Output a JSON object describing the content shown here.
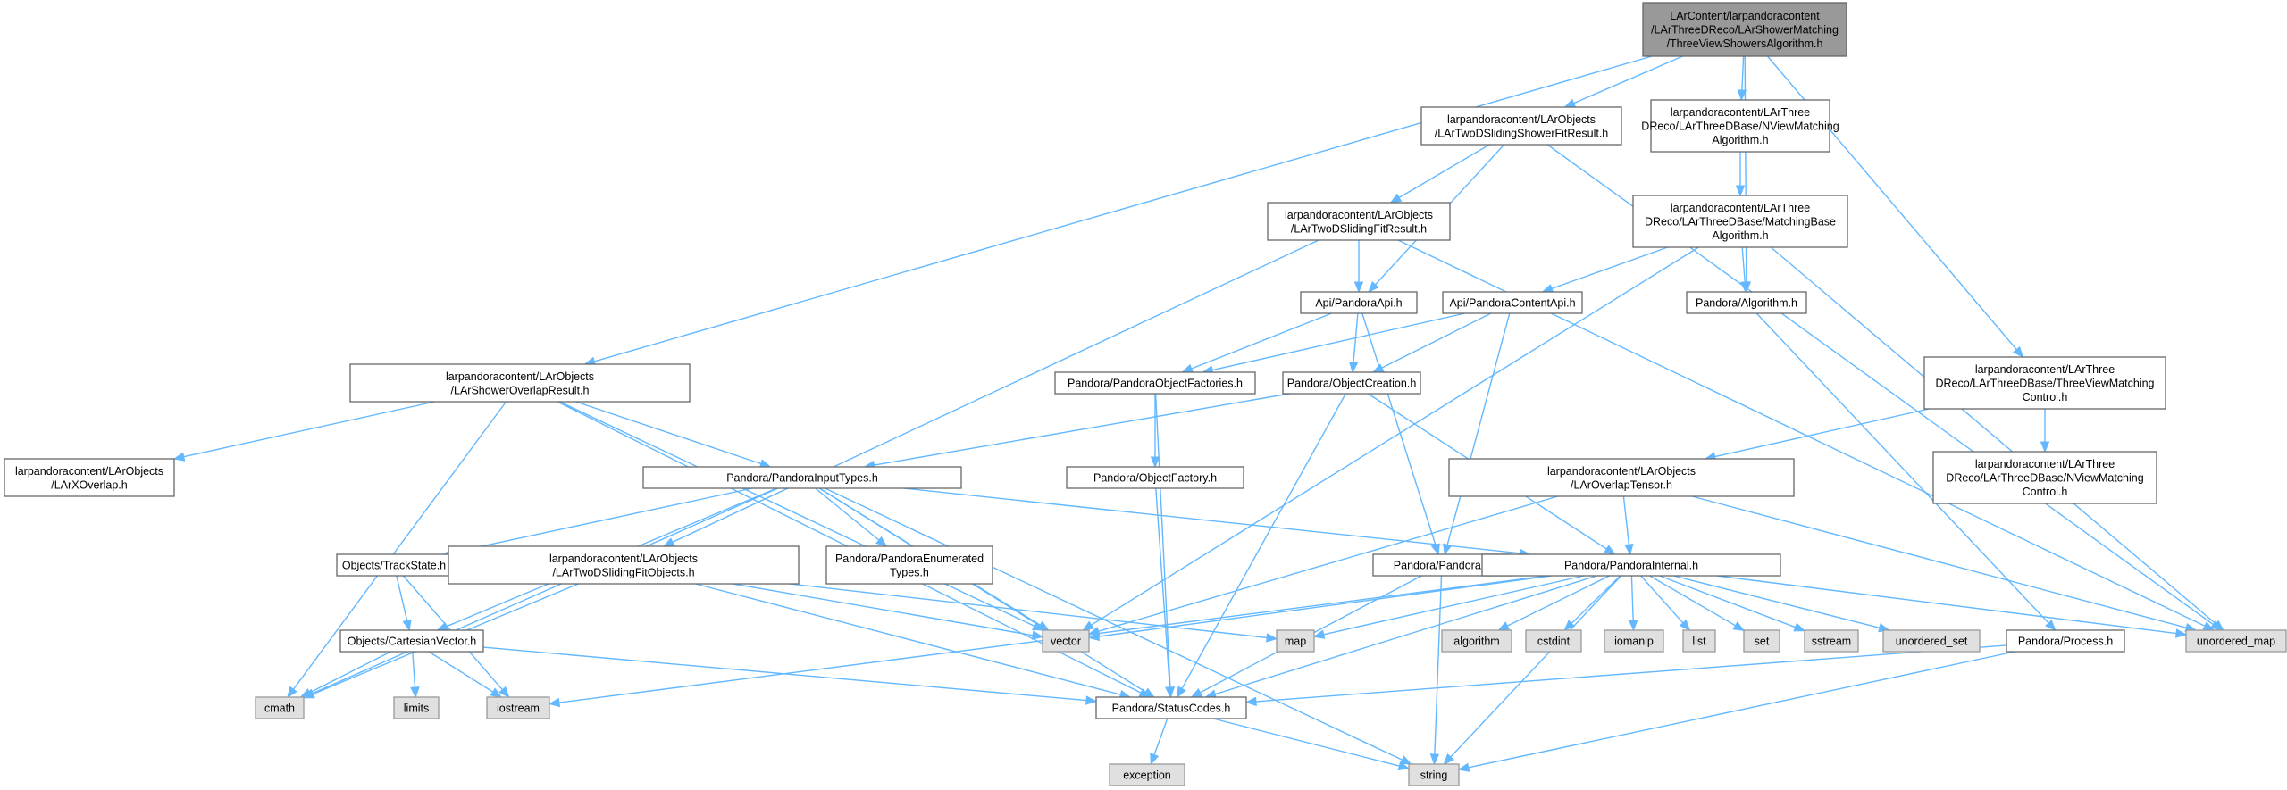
{
  "diagram": {
    "colors": {
      "edge": "#63b8ff",
      "root_fill": "#999999",
      "system_fill": "#e0e0e0",
      "local_fill": "#ffffff",
      "border": "#666666"
    },
    "nodes": [
      {
        "id": "root",
        "kind": "root",
        "lines": [
          "LArContent/larpandoracontent",
          "/LArThreeDReco/LArShowerMatching",
          "/ThreeViewShowersAlgorithm.h"
        ]
      },
      {
        "id": "showerfit",
        "kind": "local",
        "lines": [
          "larpandoracontent/LArObjects",
          "/LArTwoDSlidingShowerFitResult.h"
        ]
      },
      {
        "id": "nviewmatch",
        "kind": "local",
        "lines": [
          "larpandoracontent/LArThree",
          "DReco/LArThreeDBase/NViewMatching",
          "Algorithm.h"
        ]
      },
      {
        "id": "slidingfit",
        "kind": "local",
        "lines": [
          "larpandoracontent/LArObjects",
          "/LArTwoDSlidingFitResult.h"
        ]
      },
      {
        "id": "matchingbase",
        "kind": "local",
        "lines": [
          "larpandoracontent/LArThree",
          "DReco/LArThreeDBase/MatchingBase",
          "Algorithm.h"
        ]
      },
      {
        "id": "pandoraapi",
        "kind": "local",
        "lines": [
          "Api/PandoraApi.h"
        ]
      },
      {
        "id": "contentapi",
        "kind": "local",
        "lines": [
          "Api/PandoraContentApi.h"
        ]
      },
      {
        "id": "algorithm",
        "kind": "local",
        "lines": [
          "Pandora/Algorithm.h"
        ]
      },
      {
        "id": "threeviewctrl",
        "kind": "local",
        "lines": [
          "larpandoracontent/LArThree",
          "DReco/LArThreeDBase/ThreeViewMatching",
          "Control.h"
        ]
      },
      {
        "id": "showeroverlap",
        "kind": "local",
        "lines": [
          "larpandoracontent/LArObjects",
          "/LArShowerOverlapResult.h"
        ]
      },
      {
        "id": "objfactories",
        "kind": "local",
        "lines": [
          "Pandora/PandoraObjectFactories.h"
        ]
      },
      {
        "id": "objcreation",
        "kind": "local",
        "lines": [
          "Pandora/ObjectCreation.h"
        ]
      },
      {
        "id": "nviewctrl",
        "kind": "local",
        "lines": [
          "larpandoracontent/LArThree",
          "DReco/LArThreeDBase/NViewMatching",
          "Control.h"
        ]
      },
      {
        "id": "xoverlap",
        "kind": "local",
        "lines": [
          "larpandoracontent/LArObjects",
          "/LArXOverlap.h"
        ]
      },
      {
        "id": "inputtypes",
        "kind": "local",
        "lines": [
          "Pandora/PandoraInputTypes.h"
        ]
      },
      {
        "id": "objfactory",
        "kind": "local",
        "lines": [
          "Pandora/ObjectFactory.h"
        ]
      },
      {
        "id": "overlaptensor",
        "kind": "local",
        "lines": [
          "larpandoracontent/LArObjects",
          "/LArOverlapTensor.h"
        ]
      },
      {
        "id": "enumtypes",
        "kind": "local",
        "lines": [
          "Pandora/PandoraEnumerated",
          "Types.h"
        ]
      },
      {
        "id": "trackstate",
        "kind": "local",
        "lines": [
          "Objects/TrackState.h"
        ]
      },
      {
        "id": "slidingfitobj",
        "kind": "local",
        "lines": [
          "larpandoracontent/LArObjects",
          "/LArTwoDSlidingFitObjects.h"
        ]
      },
      {
        "id": "pandora",
        "kind": "local",
        "lines": [
          "Pandora/Pandora.h"
        ]
      },
      {
        "id": "internal",
        "kind": "local",
        "lines": [
          "Pandora/PandoraInternal.h"
        ]
      },
      {
        "id": "cartesian",
        "kind": "local",
        "lines": [
          "Objects/CartesianVector.h"
        ]
      },
      {
        "id": "vector",
        "kind": "system",
        "lines": [
          "vector"
        ]
      },
      {
        "id": "map",
        "kind": "system",
        "lines": [
          "map"
        ]
      },
      {
        "id": "algostd",
        "kind": "system",
        "lines": [
          "algorithm"
        ]
      },
      {
        "id": "cstdint",
        "kind": "system",
        "lines": [
          "cstdint"
        ]
      },
      {
        "id": "iomanip",
        "kind": "system",
        "lines": [
          "iomanip"
        ]
      },
      {
        "id": "list",
        "kind": "system",
        "lines": [
          "list"
        ]
      },
      {
        "id": "set",
        "kind": "system",
        "lines": [
          "set"
        ]
      },
      {
        "id": "sstream",
        "kind": "system",
        "lines": [
          "sstream"
        ]
      },
      {
        "id": "unordered_set",
        "kind": "system",
        "lines": [
          "unordered_set"
        ]
      },
      {
        "id": "process",
        "kind": "local",
        "lines": [
          "Pandora/Process.h"
        ]
      },
      {
        "id": "unordered_map",
        "kind": "system",
        "lines": [
          "unordered_map"
        ]
      },
      {
        "id": "cmath",
        "kind": "system",
        "lines": [
          "cmath"
        ]
      },
      {
        "id": "limits",
        "kind": "system",
        "lines": [
          "limits"
        ]
      },
      {
        "id": "iostream",
        "kind": "system",
        "lines": [
          "iostream"
        ]
      },
      {
        "id": "statuscodes",
        "kind": "local",
        "lines": [
          "Pandora/StatusCodes.h"
        ]
      },
      {
        "id": "exception",
        "kind": "system",
        "lines": [
          "exception"
        ]
      },
      {
        "id": "string",
        "kind": "system",
        "lines": [
          "string"
        ]
      }
    ],
    "edges": [
      [
        "root",
        "showerfit"
      ],
      [
        "root",
        "nviewmatch"
      ],
      [
        "root",
        "showeroverlap"
      ],
      [
        "root",
        "algorithm"
      ],
      [
        "root",
        "threeviewctrl"
      ],
      [
        "showerfit",
        "slidingfit"
      ],
      [
        "showerfit",
        "pandoraapi"
      ],
      [
        "showerfit",
        "unordered_map"
      ],
      [
        "nviewmatch",
        "matchingbase"
      ],
      [
        "slidingfit",
        "pandoraapi"
      ],
      [
        "slidingfit",
        "slidingfitobj"
      ],
      [
        "slidingfit",
        "unordered_map"
      ],
      [
        "matchingbase",
        "contentapi"
      ],
      [
        "matchingbase",
        "algorithm"
      ],
      [
        "matchingbase",
        "vector"
      ],
      [
        "matchingbase",
        "unordered_map"
      ],
      [
        "pandoraapi",
        "objfactories"
      ],
      [
        "pandoraapi",
        "objcreation"
      ],
      [
        "pandoraapi",
        "pandora"
      ],
      [
        "contentapi",
        "objfactories"
      ],
      [
        "contentapi",
        "objcreation"
      ],
      [
        "contentapi",
        "pandora"
      ],
      [
        "algorithm",
        "process"
      ],
      [
        "threeviewctrl",
        "nviewctrl"
      ],
      [
        "threeviewctrl",
        "overlaptensor"
      ],
      [
        "showeroverlap",
        "xoverlap"
      ],
      [
        "showeroverlap",
        "inputtypes"
      ],
      [
        "showeroverlap",
        "cmath"
      ],
      [
        "showeroverlap",
        "vector"
      ],
      [
        "showeroverlap",
        "statuscodes"
      ],
      [
        "objfactories",
        "objfactory"
      ],
      [
        "objfactories",
        "statuscodes"
      ],
      [
        "objcreation",
        "inputtypes"
      ],
      [
        "objcreation",
        "internal"
      ],
      [
        "objcreation",
        "statuscodes"
      ],
      [
        "objfactory",
        "statuscodes"
      ],
      [
        "overlaptensor",
        "internal"
      ],
      [
        "overlaptensor",
        "vector"
      ],
      [
        "overlaptensor",
        "unordered_map"
      ],
      [
        "inputtypes",
        "enumtypes"
      ],
      [
        "inputtypes",
        "trackstate"
      ],
      [
        "inputtypes",
        "cartesian"
      ],
      [
        "inputtypes",
        "internal"
      ],
      [
        "inputtypes",
        "cmath"
      ],
      [
        "inputtypes",
        "vector"
      ],
      [
        "inputtypes",
        "statuscodes"
      ],
      [
        "inputtypes",
        "string"
      ],
      [
        "trackstate",
        "cartesian"
      ],
      [
        "trackstate",
        "iostream"
      ],
      [
        "slidingfitobj",
        "cmath"
      ],
      [
        "slidingfitobj",
        "vector"
      ],
      [
        "slidingfitobj",
        "map"
      ],
      [
        "slidingfitobj",
        "statuscodes"
      ],
      [
        "pandora",
        "statuscodes"
      ],
      [
        "pandora",
        "string"
      ],
      [
        "internal",
        "vector"
      ],
      [
        "internal",
        "map"
      ],
      [
        "internal",
        "algostd"
      ],
      [
        "internal",
        "cstdint"
      ],
      [
        "internal",
        "iomanip"
      ],
      [
        "internal",
        "list"
      ],
      [
        "internal",
        "set"
      ],
      [
        "internal",
        "sstream"
      ],
      [
        "internal",
        "unordered_set"
      ],
      [
        "internal",
        "unordered_map"
      ],
      [
        "internal",
        "iostream"
      ],
      [
        "internal",
        "string"
      ],
      [
        "internal",
        "statuscodes"
      ],
      [
        "cartesian",
        "cmath"
      ],
      [
        "cartesian",
        "limits"
      ],
      [
        "cartesian",
        "iostream"
      ],
      [
        "cartesian",
        "statuscodes"
      ],
      [
        "process",
        "statuscodes"
      ],
      [
        "process",
        "string"
      ],
      [
        "statuscodes",
        "exception"
      ],
      [
        "statuscodes",
        "string"
      ]
    ]
  }
}
